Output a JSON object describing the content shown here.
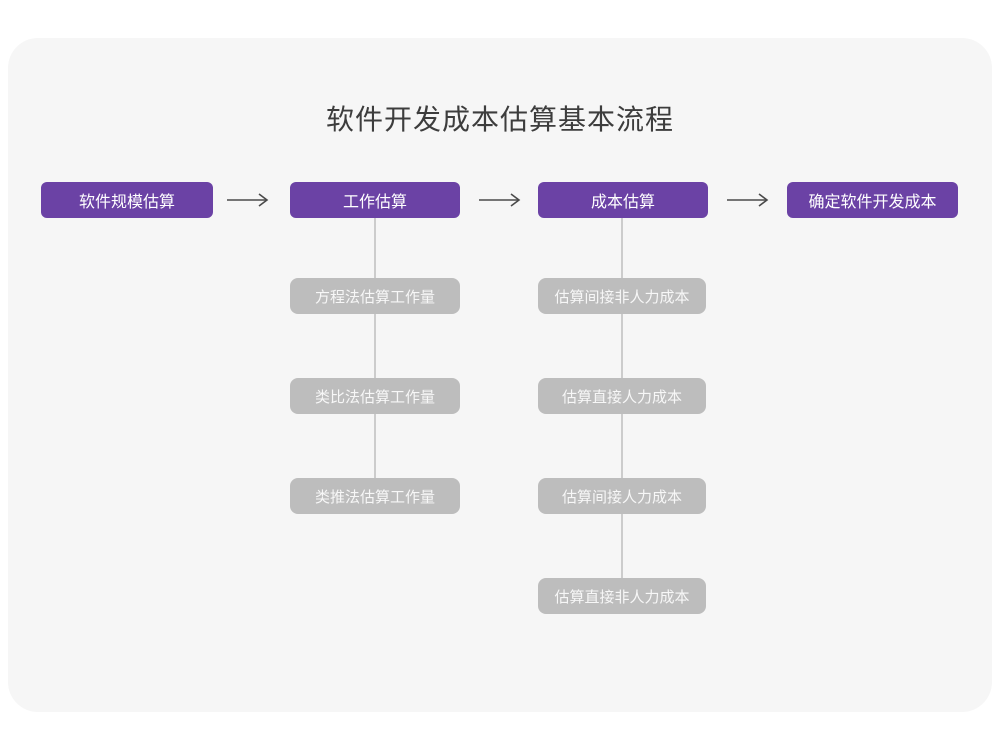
{
  "title": "软件开发成本估算基本流程",
  "colors": {
    "primary": "#6B42A5",
    "secondary": "#BDBDBD",
    "card_bg": "#F6F6F6",
    "title_color": "#3D3D3D",
    "arrow_color": "#4A4A4A",
    "line_color": "#CCCCCC"
  },
  "flow": {
    "main_steps": [
      {
        "label": "软件规模估算"
      },
      {
        "label": "工作估算"
      },
      {
        "label": "成本估算"
      },
      {
        "label": "确定软件开发成本"
      }
    ],
    "work_estimation_substeps": [
      {
        "label": "方程法估算工作量"
      },
      {
        "label": "类比法估算工作量"
      },
      {
        "label": "类推法估算工作量"
      }
    ],
    "cost_estimation_substeps": [
      {
        "label": "估算间接非人力成本"
      },
      {
        "label": "估算直接人力成本"
      },
      {
        "label": "估算间接人力成本"
      },
      {
        "label": "估算直接非人力成本"
      }
    ]
  }
}
